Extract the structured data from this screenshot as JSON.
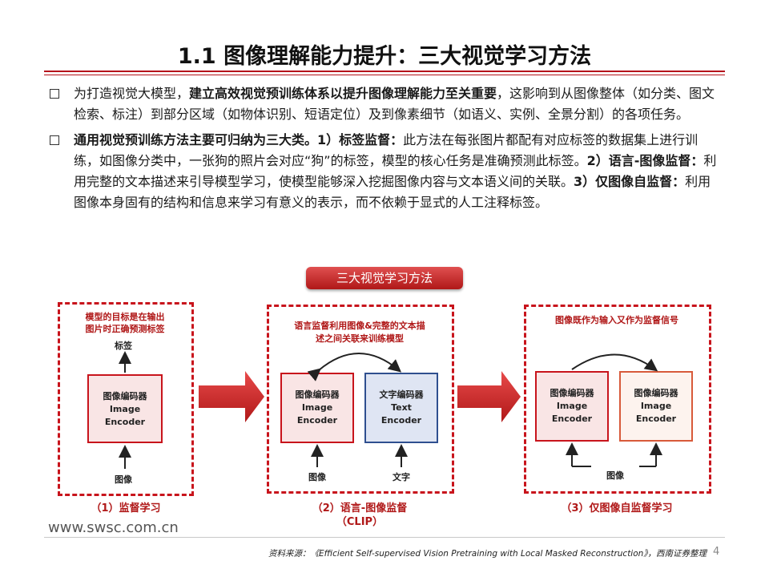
{
  "title": "1.1 图像理解能力提升：三大视觉学习方法",
  "bullets": {
    "b1_pre": "为打造视觉大模型，",
    "b1_bold": "建立高效视觉预训练体系以提升图像理解能力至关重要",
    "b1_post": "，这影响到从图像整体（如分类、图文检索、标注）到部分区域（如物体识别、短语定位）及到像素细节（如语义、实例、全景分割）的各项任务。",
    "b2_bold1": "通用视觉预训练方法主要可归纳为三大类。1）标签监督：",
    "b2_t1": "此方法在每张图片都配有对应标签的数据集上进行训练，如图像分类中，一张狗的照片会对应“狗”的标签，模型的核心任务是准确预测此标签。",
    "b2_bold2": "2）语言-图像监督：",
    "b2_t2": "利用完整的文本描述来引导模型学习，使模型能够深入挖掘图像内容与文本语义间的关联。",
    "b2_bold3": "3）仅图像自监督：",
    "b2_t3": "利用图像本身固有的结构和信息来学习有意义的表示，而不依赖于显式的人工注释标签。"
  },
  "diagram": {
    "header": "三大视觉学习方法",
    "panel1": {
      "caption_line1": "模型的目标是在输出",
      "caption_line2": "图片时正确预测标签",
      "label_top": "标签",
      "encoder_cn": "图像编码器",
      "encoder_en1": "Image",
      "encoder_en2": "Encoder",
      "label_bottom": "图像",
      "subtitle": "（1）监督学习"
    },
    "panel2": {
      "caption_line1": "语言监督利用图像&完整的文本描",
      "caption_line2": "述之间关联来训练模型",
      "enc1_cn": "图像编码器",
      "enc1_en1": "Image",
      "enc1_en2": "Encoder",
      "enc2_cn": "文字编码器",
      "enc2_en1": "Text",
      "enc2_en2": "Encoder",
      "label_img": "图像",
      "label_txt": "文字",
      "subtitle_line1": "（2）语言-图像监督",
      "subtitle_line2": "（CLIP）"
    },
    "panel3": {
      "caption": "图像既作为输入又作为监督信号",
      "enc1_cn": "图像编码器",
      "enc1_en1": "Image",
      "enc1_en2": "Encoder",
      "enc2_cn": "图像编码器",
      "enc2_en1": "Image",
      "enc2_en2": "Encoder",
      "label_bottom": "图像",
      "subtitle": "（3）仅图像自监督学习"
    }
  },
  "footer": {
    "url": "www.swsc.com.cn",
    "source": "资料来源：《Efficient Self-supervised Vision Pretraining with Local Masked Reconstruction》，西南证券整理",
    "page": "4"
  },
  "colors": {
    "accent": "#c8141c",
    "blue": "#2f4f8f"
  }
}
